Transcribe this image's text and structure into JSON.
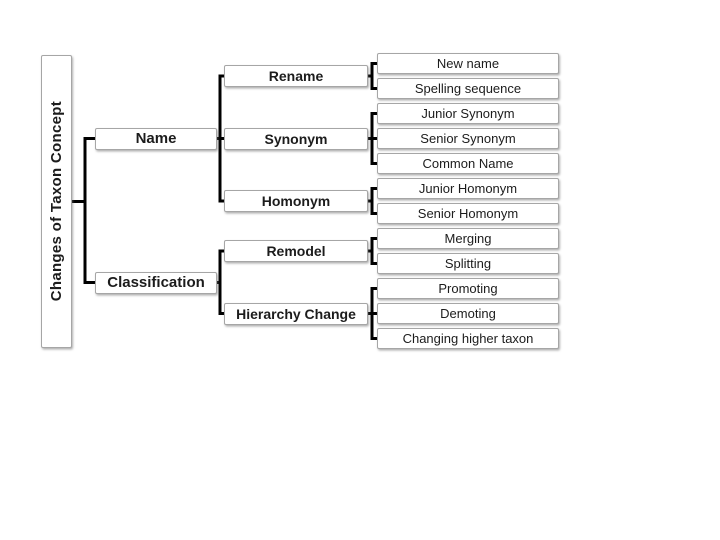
{
  "title": "Changes of Taxon Concept",
  "colors": {
    "line": "#000000",
    "box_border": "#a6a6a6",
    "box_background": "#ffffff",
    "text": "#1c1c1c",
    "canvas_background": "#ffffff"
  },
  "tree": {
    "root": "Changes of Taxon Concept",
    "children": [
      {
        "label": "Name",
        "children": [
          {
            "label": "Rename",
            "children": [
              "New name",
              "Spelling sequence"
            ]
          },
          {
            "label": "Synonym",
            "children": [
              "Junior Synonym",
              "Senior Synonym",
              "Common Name"
            ]
          },
          {
            "label": "Homonym",
            "children": [
              "Junior Homonym",
              "Senior Homonym"
            ]
          }
        ]
      },
      {
        "label": "Classification",
        "children": [
          {
            "label": "Remodel",
            "children": [
              "Merging",
              "Splitting"
            ]
          },
          {
            "label": "Hierarchy Change",
            "children": [
              "Promoting",
              "Demoting",
              "Changing higher taxon"
            ]
          }
        ]
      }
    ]
  }
}
